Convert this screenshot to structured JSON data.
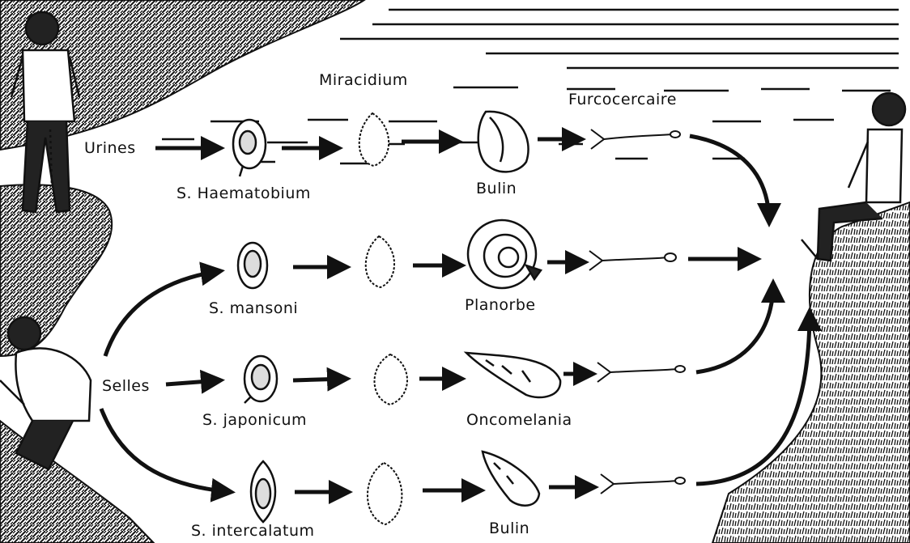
{
  "colors": {
    "ink": "#111111",
    "paper": "#ffffff"
  },
  "labels": {
    "miracidium": "Miracidium",
    "furcocercaire": "Furcocercaire",
    "urines": "Urines",
    "selles": "Selles"
  },
  "rows": [
    {
      "species": "S. Haematobium",
      "snail": "Bulin"
    },
    {
      "species": "S. mansoni",
      "snail": "Planorbe"
    },
    {
      "species": "S. japonicum",
      "snail": "Oncomelania"
    },
    {
      "species": "S. intercalatum",
      "snail": "Bulin"
    }
  ],
  "icons": [
    "egg-icon",
    "miracidium-icon",
    "snail-bulin-icon",
    "snail-planorbe-icon",
    "snail-oncomelania-icon",
    "cercaria-icon",
    "person-urinating-icon",
    "person-defecating-icon",
    "person-sitting-icon"
  ]
}
